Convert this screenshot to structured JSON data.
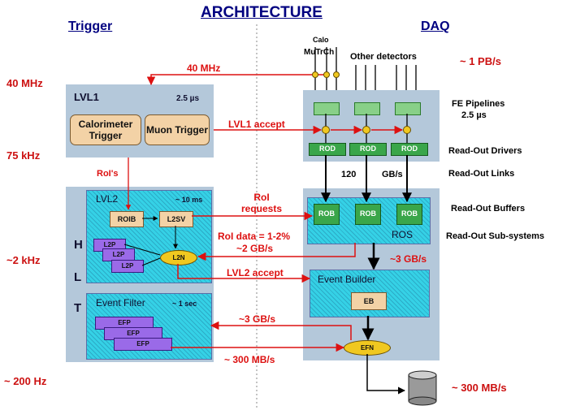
{
  "header": {
    "title": "ARCHITECTURE",
    "trigger": "Trigger",
    "daq": "DAQ"
  },
  "rates": {
    "r40mhz": "40 MHz",
    "r75khz": "75 kHz",
    "r2khz": "~2 kHz",
    "r200hz": "~ 200 Hz",
    "pbs": "~ 1 PB/s",
    "mbs_out": "~ 300 MB/s"
  },
  "detectors": {
    "calo": "Calo",
    "mutrch": "MuTrCh",
    "other": "Other detectors"
  },
  "lvl1": {
    "title": "LVL1",
    "latency": "2.5 µs",
    "calo": "Calorimeter Trigger",
    "muon": "Muon Trigger"
  },
  "hlt": {
    "h": "H",
    "l": "L",
    "t": "T",
    "lvl2_title": "LVL2",
    "lvl2_latency": "~ 10 ms",
    "roib": "ROIB",
    "l2sv": "L2SV",
    "l2p": [
      "L2P",
      "L2P",
      "L2P"
    ],
    "l2n": "L2N",
    "ef_title": "Event Filter",
    "ef_latency": "~ 1 sec",
    "efp": [
      "EFP",
      "EFP",
      "EFP"
    ]
  },
  "daq": {
    "rod": [
      "ROD",
      "ROD",
      "ROD"
    ],
    "rob": [
      "ROB",
      "ROB",
      "ROB"
    ],
    "ros": "ROS",
    "eb_title": "Event Builder",
    "eb": "EB",
    "efn": "EFN"
  },
  "arrows": {
    "mhz40": "40 MHz",
    "lvl1_accept": "LVL1 accept",
    "rois": "RoI's",
    "roi_requests": "RoI requests",
    "roi_data": "RoI data = 1-2%",
    "gbs2": "~2 GB/s",
    "lvl2_accept": "LVL2 accept",
    "gbs3_eb": "~3 GB/s",
    "gbs3_ef": "~3 GB/s",
    "mbs300": "~ 300 MB/s",
    "link_120": "120",
    "link_gbs": "GB/s"
  },
  "right_labels": {
    "fe": "FE Pipelines",
    "fe_latency": "2.5 µs",
    "rod": "Read-Out Drivers",
    "links": "Read-Out Links",
    "buffers": "Read-Out Buffers",
    "subsystems": "Read-Out Sub-systems"
  }
}
